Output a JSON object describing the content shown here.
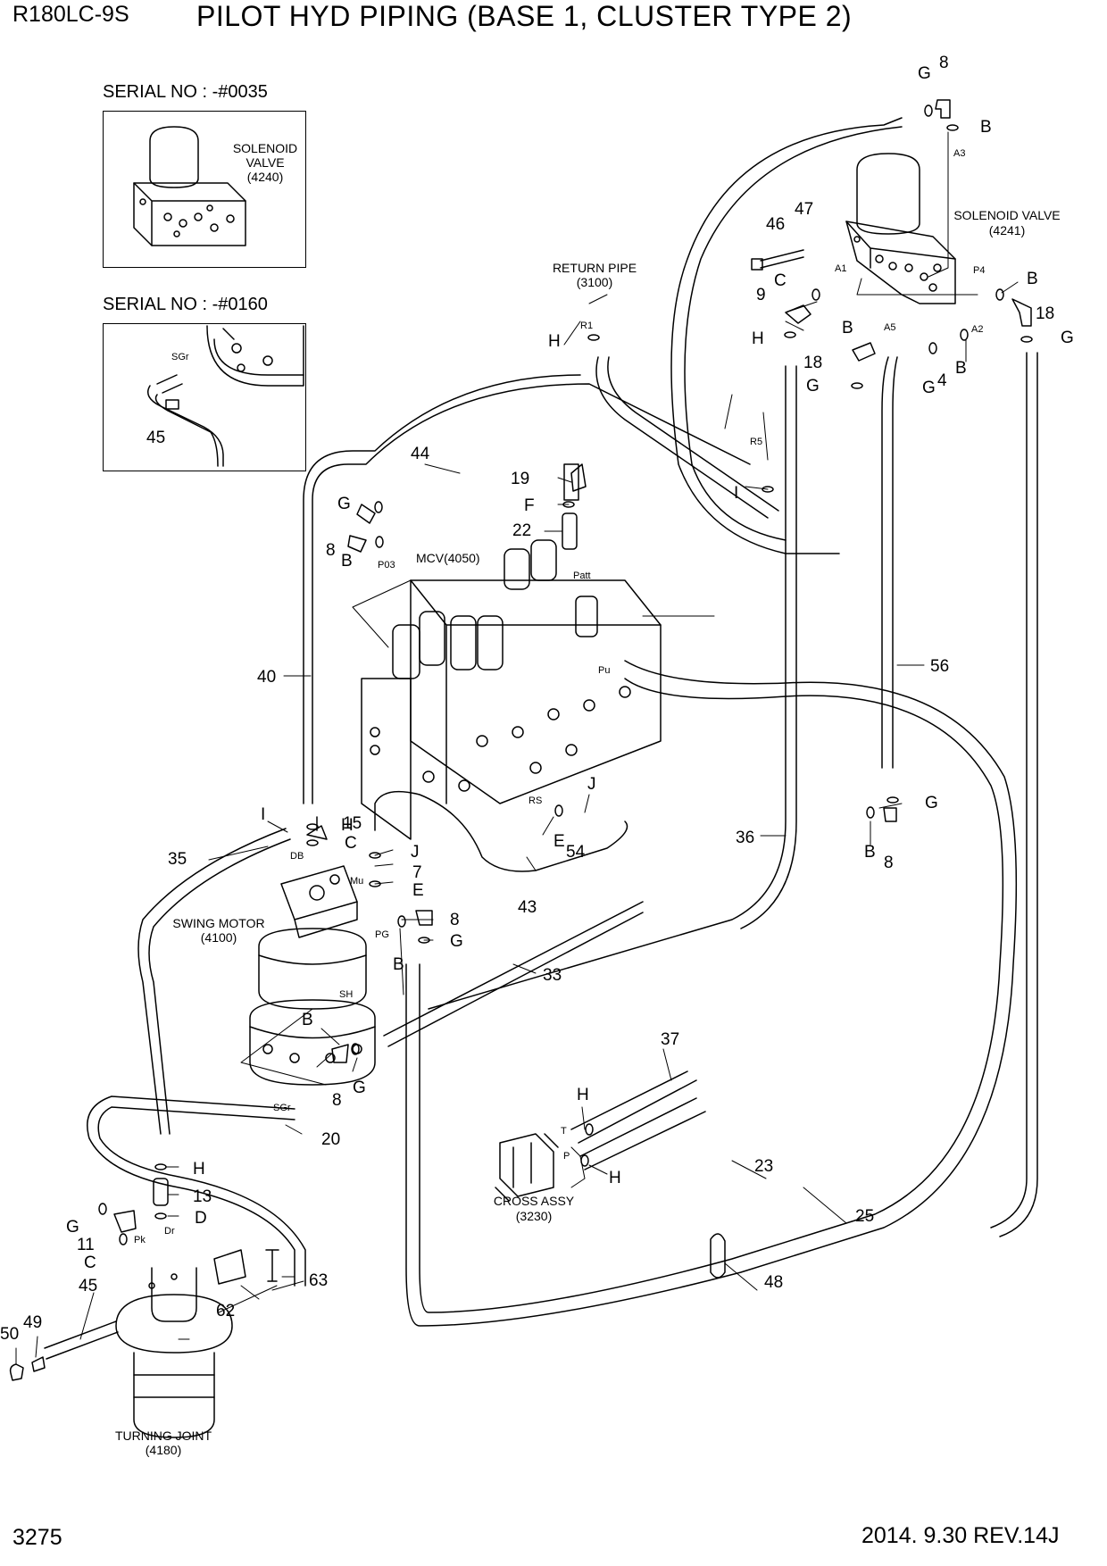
{
  "header": {
    "model": "R180LC-9S",
    "title": "PILOT HYD PIPING (BASE 1, CLUSTER TYPE 2)"
  },
  "footer": {
    "page_number": "3275",
    "revision": "2014. 9.30  REV.14J"
  },
  "insets": [
    {
      "serial": "SERIAL NO : -#0035",
      "caption": [
        "SOLENOID",
        "VALVE",
        "(4240)"
      ]
    },
    {
      "serial": "SERIAL NO : -#0160",
      "port_label": "SGr",
      "callout": "45"
    }
  ],
  "component_labels": {
    "solenoid_valve": [
      "SOLENOID VALVE",
      "(4241)"
    ],
    "return_pipe": [
      "RETURN PIPE",
      "(3100)"
    ],
    "mcv": "MCV(4050)",
    "swing_motor": [
      "SWING MOTOR",
      "(4100)"
    ],
    "cross_assy": [
      "CROSS ASSY",
      "(3230)"
    ],
    "turning_joint": [
      "TURNING JOINT",
      "(4180)"
    ]
  },
  "port_labels": [
    "A3",
    "A1",
    "P4",
    "A5",
    "A2",
    "R1",
    "R5",
    "P03",
    "Patt",
    "Pu",
    "RS",
    "DB",
    "Mu",
    "PG",
    "SH",
    "SGr",
    "Dr",
    "Pk",
    "T",
    "P"
  ],
  "callouts": [
    "G",
    "8",
    "B",
    "46",
    "47",
    "C",
    "9",
    "B",
    "18",
    "G",
    "H",
    "B",
    "18",
    "G",
    "G",
    "4",
    "B",
    "H",
    "R1",
    "I",
    "19",
    "F",
    "22",
    "44",
    "G",
    "8",
    "B",
    "40",
    "H",
    "I",
    "15",
    "C",
    "J",
    "7",
    "E",
    "35",
    "8",
    "G",
    "B",
    "33",
    "B",
    "G",
    "8",
    "20",
    "H",
    "13",
    "D",
    "G",
    "11",
    "C",
    "45",
    "62",
    "63",
    "50",
    "49",
    "E",
    "54",
    "J",
    "43",
    "36",
    "B",
    "8",
    "G",
    "56",
    "37",
    "H",
    "H",
    "23",
    "25",
    "48"
  ],
  "icons": [
    "solenoid-valve-icon",
    "mcv-icon",
    "swing-motor-icon",
    "turning-joint-icon",
    "cross-assy-icon",
    "hose-icon",
    "o-ring-icon",
    "elbow-fitting-icon"
  ]
}
